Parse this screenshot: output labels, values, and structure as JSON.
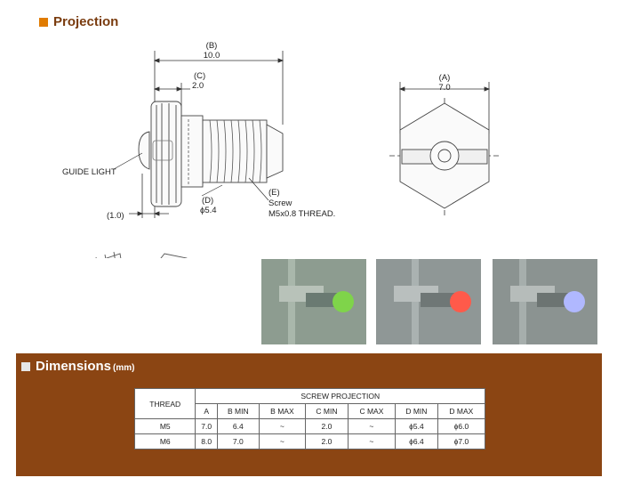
{
  "projection": {
    "title": "Projection",
    "accent": "#e07b00"
  },
  "side_view": {
    "b_label": "(B)",
    "b_value": "10.0",
    "c_label": "(C)",
    "c_value": "2.0",
    "guide_light": "GUIDE LIGHT",
    "d_label": "(D)",
    "d_value": "ϕ5.4",
    "e_label": "(E)",
    "e_line1": "Screw",
    "e_line2": "M5x0.8 THREAD.",
    "offset_value": "(1.0)"
  },
  "front_view": {
    "a_label": "(A)",
    "a_value": "7.0"
  },
  "photos": [
    {
      "glow": "#7fd44a"
    },
    {
      "glow": "#ff5a4a"
    },
    {
      "glow": "#b0b8ff"
    }
  ],
  "dimensions": {
    "title": "Dimensions",
    "unit": "(mm)",
    "bg": "#8b4513",
    "table": {
      "thread_header": "THREAD",
      "group_header": "SCREW PROJECTION",
      "columns": [
        "A",
        "B MIN",
        "B MAX",
        "C MIN",
        "C MAX",
        "D MIN",
        "D MAX"
      ],
      "rows": [
        {
          "thread": "M5",
          "cells": [
            "7.0",
            "6.4",
            "~",
            "2.0",
            "~",
            "ϕ5.4",
            "ϕ6.0"
          ]
        },
        {
          "thread": "M6",
          "cells": [
            "8.0",
            "7.0",
            "~",
            "2.0",
            "~",
            "ϕ6.4",
            "ϕ7.0"
          ]
        }
      ]
    }
  }
}
